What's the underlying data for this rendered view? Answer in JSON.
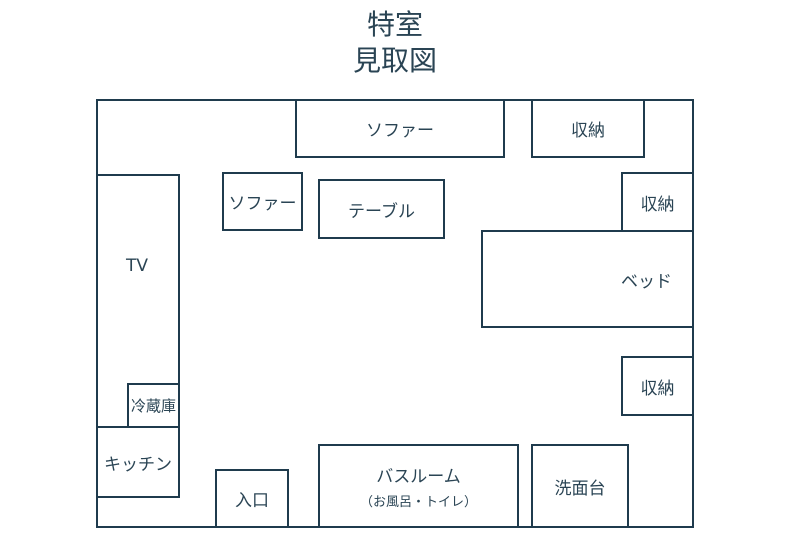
{
  "title": {
    "line1": "特室",
    "line2": "見取図"
  },
  "rooms": {
    "sofa_top": "ソファー",
    "storage_top": "収納",
    "sofa_left": "ソファー",
    "table": "テーブル",
    "storage_right": "収納",
    "tv": "TV",
    "bed": "ベッド",
    "storage_lower": "収納",
    "fridge": "冷蔵庫",
    "kitchen": "キッチン",
    "entrance": "入口",
    "bathroom": "バスルーム",
    "bathroom_sub": "（お風呂・トイレ）",
    "washbasin": "洗面台"
  }
}
